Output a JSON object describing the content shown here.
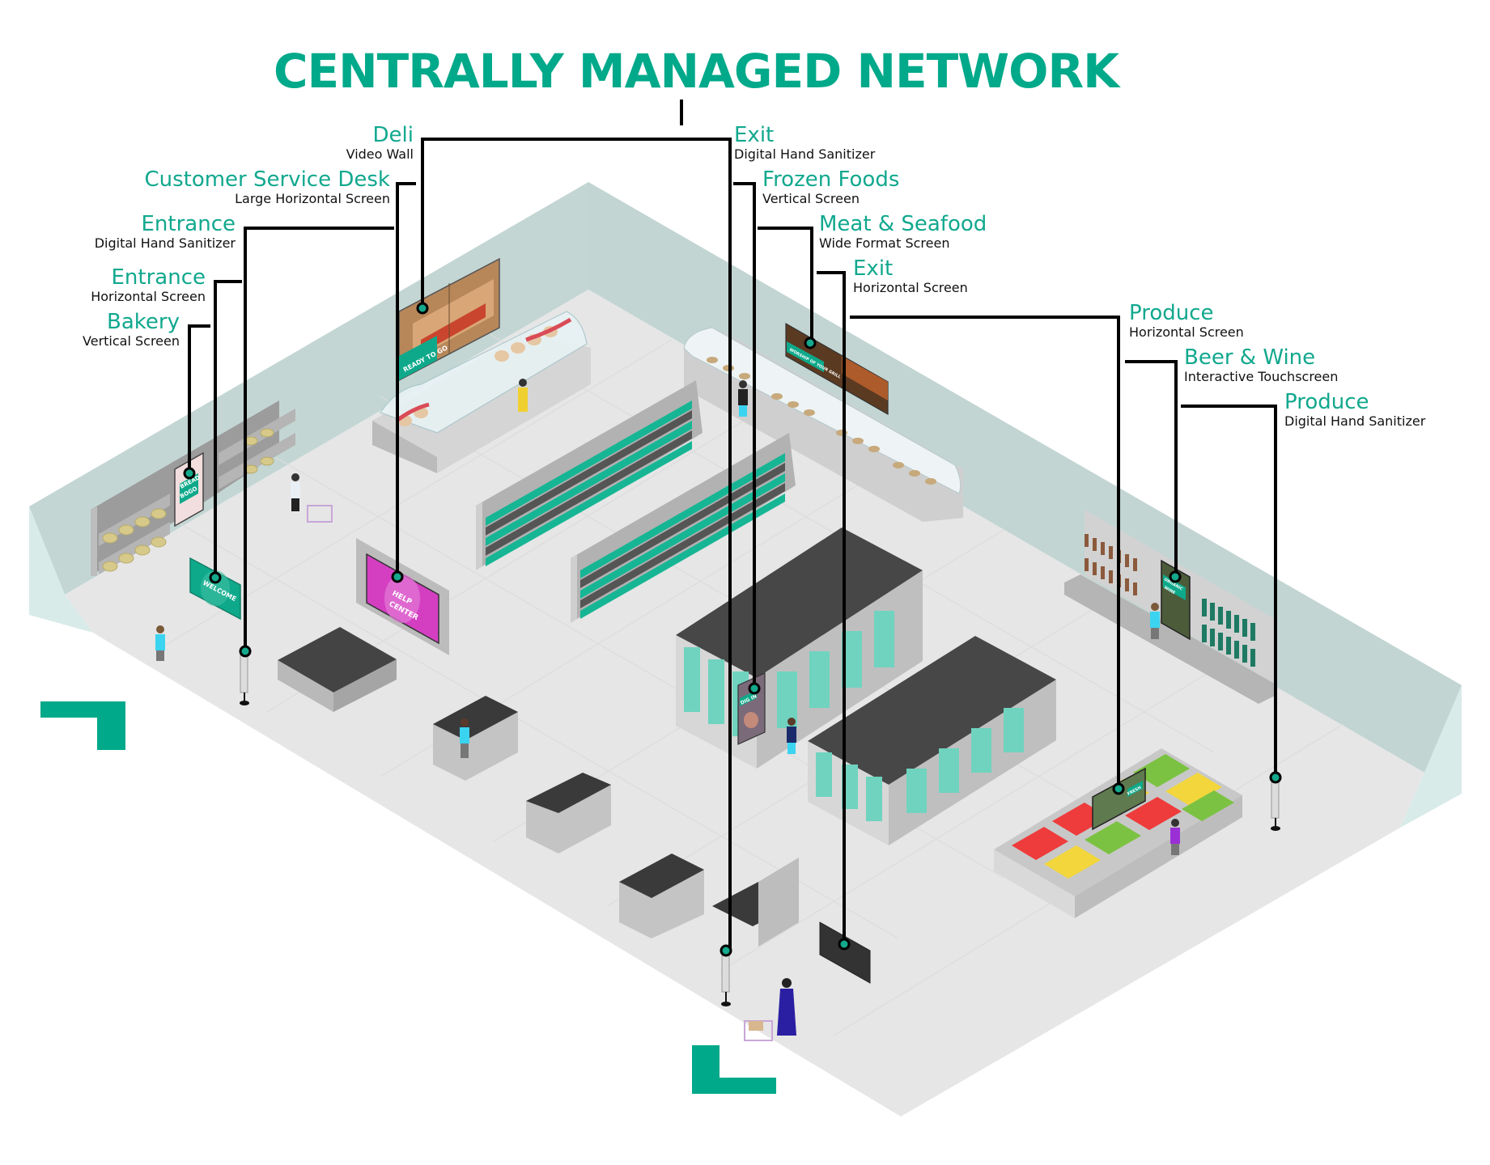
{
  "title": "CENTRALLY MANAGED NETWORK",
  "colors": {
    "accent": "#00a98a",
    "wall": "#c3d6d3",
    "wall_light": "#d8ebe8",
    "floor": "#e6e6e6",
    "connector": "#000000",
    "node": "#14a98c",
    "help_screen": "#d43fc2"
  },
  "callouts": [
    {
      "zone": "Deli",
      "device": "Video Wall",
      "side": "left"
    },
    {
      "zone": "Customer Service Desk",
      "device": "Large Horizontal Screen",
      "side": "left"
    },
    {
      "zone": "Entrance",
      "device": "Digital Hand Sanitizer",
      "side": "left"
    },
    {
      "zone": "Entrance",
      "device": "Horizontal Screen",
      "side": "left"
    },
    {
      "zone": "Bakery",
      "device": "Vertical Screen",
      "side": "left"
    },
    {
      "zone": "Exit",
      "device": "Digital Hand Sanitizer",
      "side": "right"
    },
    {
      "zone": "Frozen Foods",
      "device": "Vertical Screen",
      "side": "right"
    },
    {
      "zone": "Meat & Seafood",
      "device": "Wide Format Screen",
      "side": "right"
    },
    {
      "zone": "Exit",
      "device": "Horizontal Screen",
      "side": "right"
    },
    {
      "zone": "Produce",
      "device": "Horizontal Screen",
      "side": "right"
    },
    {
      "zone": "Beer & Wine",
      "device": "Interactive Touchscreen",
      "side": "right"
    },
    {
      "zone": "Produce",
      "device": "Digital Hand Sanitizer",
      "side": "right"
    }
  ],
  "screens": {
    "deli": "READY TO GO",
    "bakery_line1": "BREAD",
    "bakery_line2": "BOGO",
    "entrance": "WELCOME",
    "help_line1": "HELP",
    "help_line2": "CENTER",
    "frozen": "DIG IN",
    "meat": "WORSHIP OF YOUR GRILL",
    "produce": "FRESH",
    "wine_line1": "ORGANIC",
    "wine_line2": "WINE"
  }
}
